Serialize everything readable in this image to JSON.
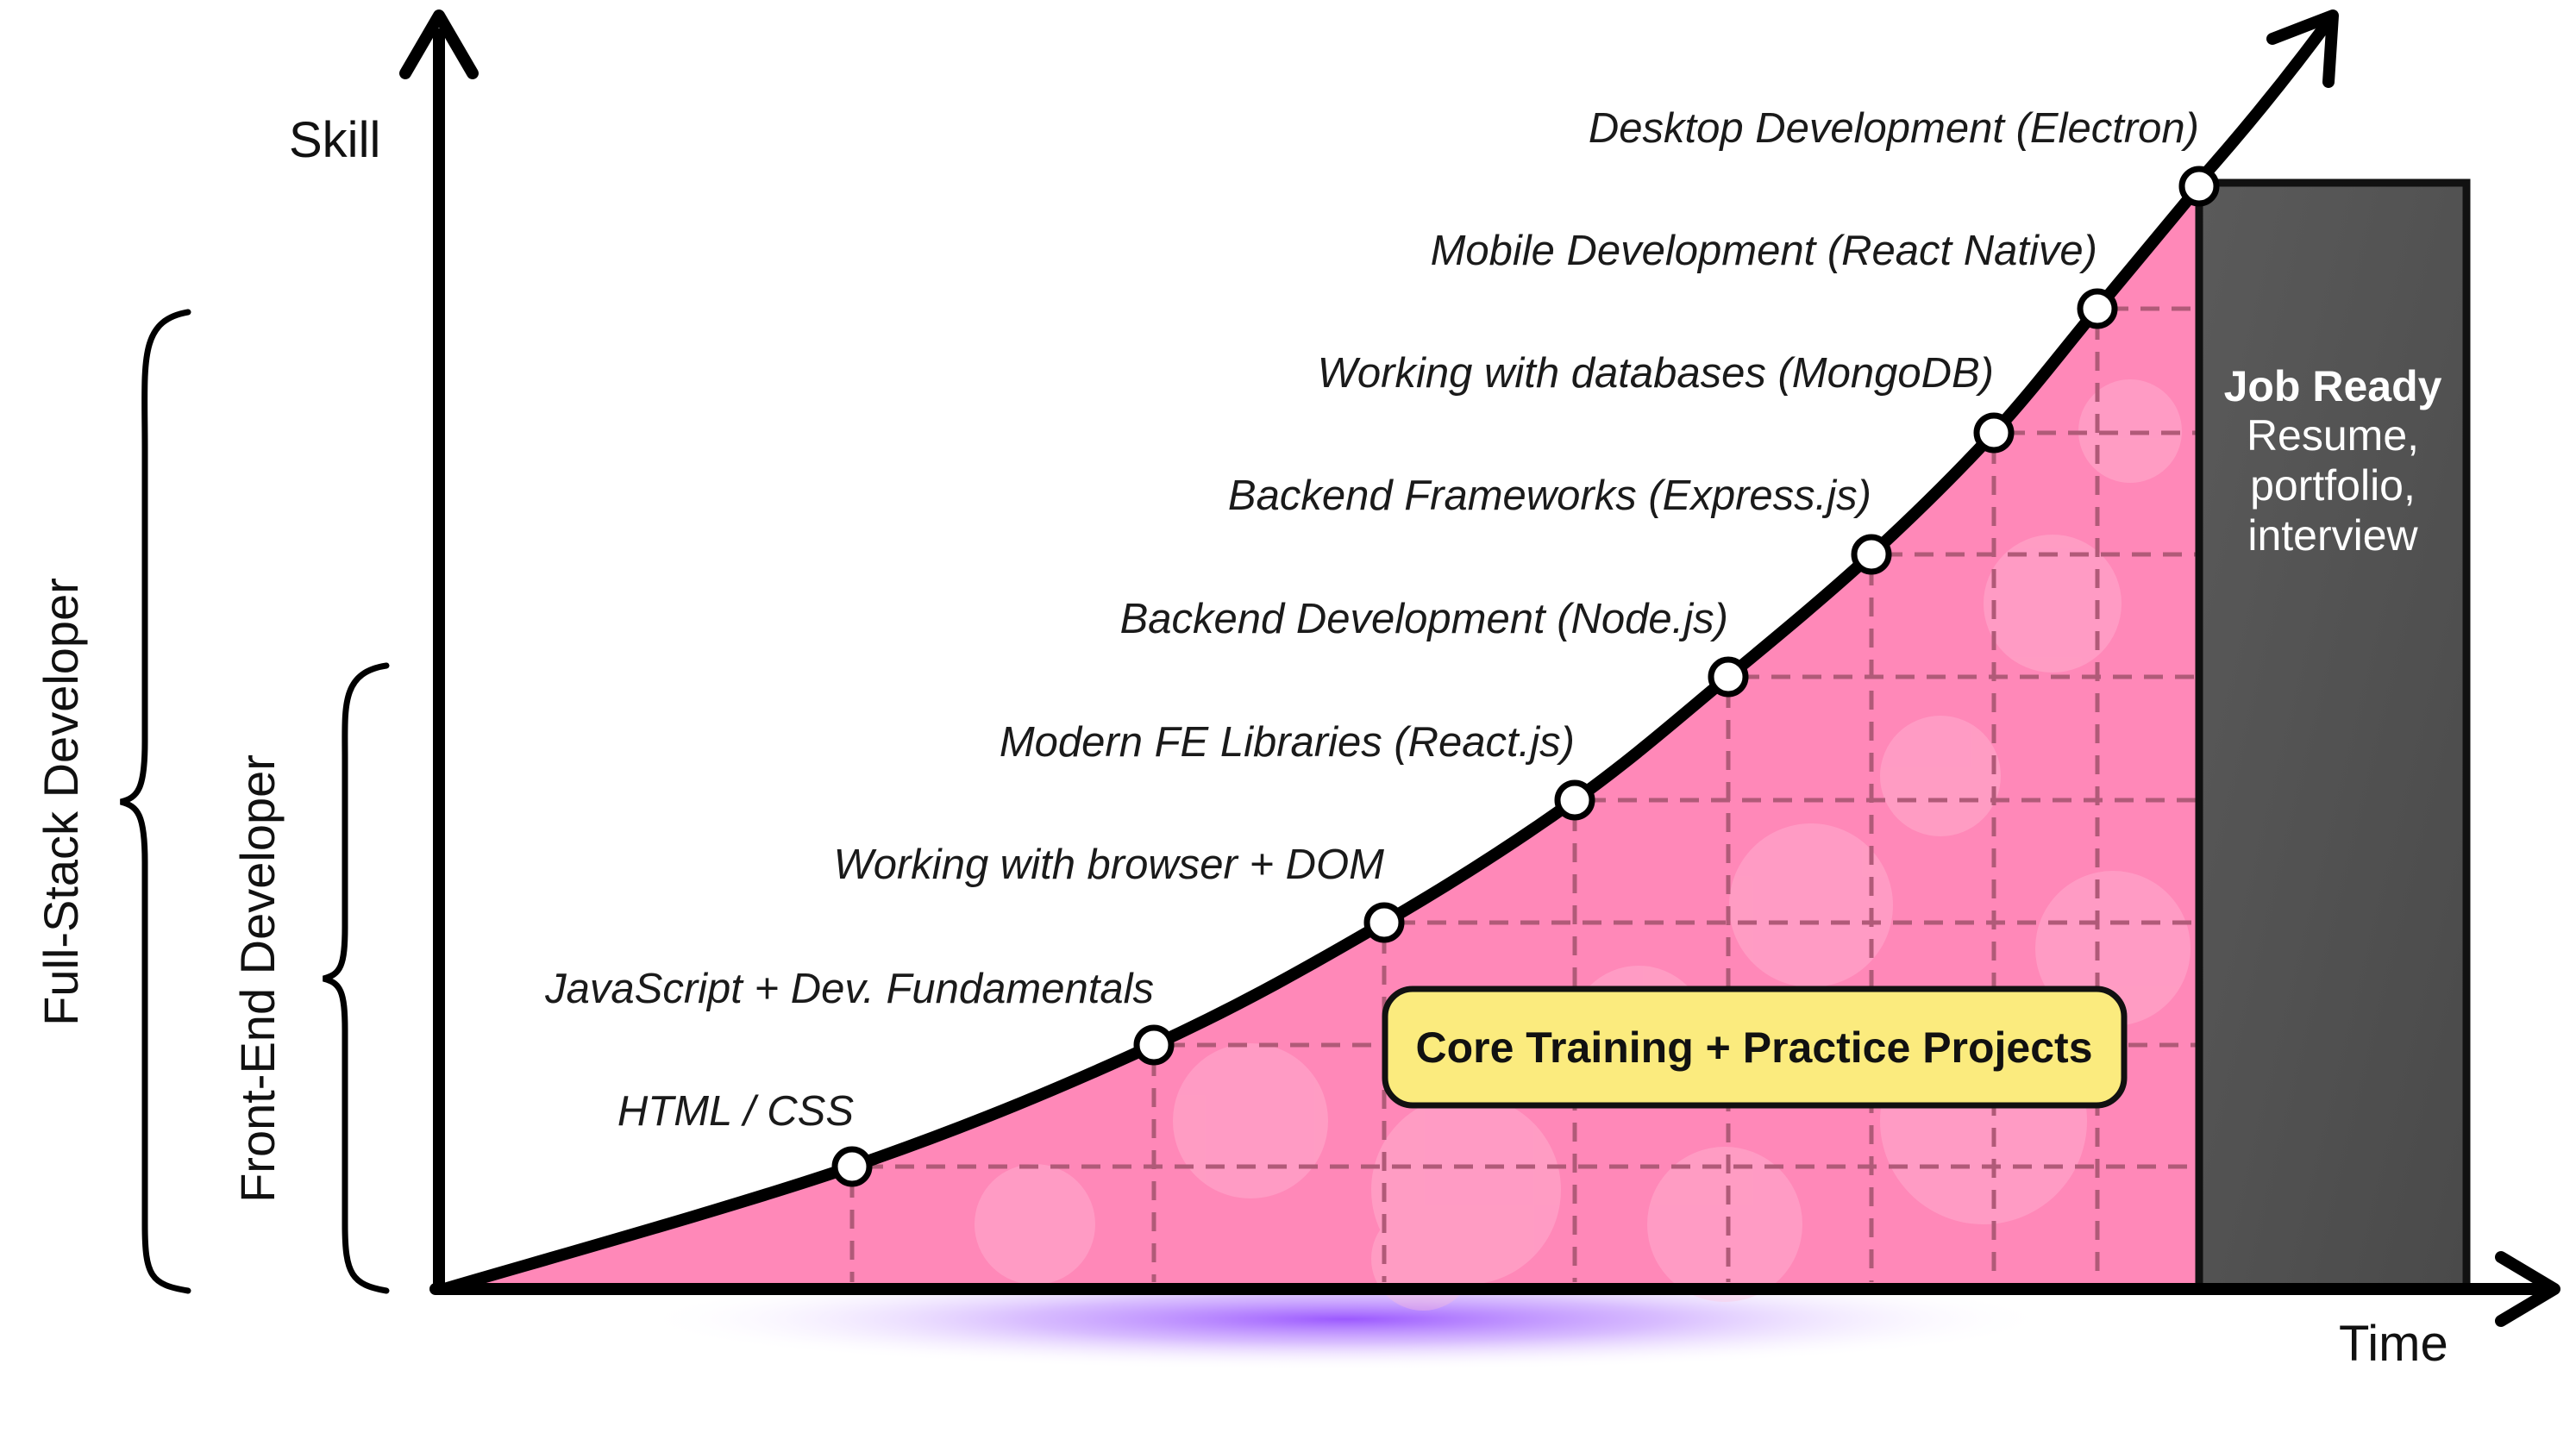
{
  "axes": {
    "y_label": "Skill",
    "x_label": "Time"
  },
  "braces": {
    "full_stack": "Full-Stack Developer",
    "front_end": "Front-End Developer"
  },
  "milestones": [
    {
      "label": "HTML / CSS"
    },
    {
      "label": "JavaScript + Dev. Fundamentals"
    },
    {
      "label": "Working with browser + DOM"
    },
    {
      "label": "Modern FE Libraries (React.js)"
    },
    {
      "label": "Backend Development (Node.js)"
    },
    {
      "label": "Backend Frameworks (Express.js)"
    },
    {
      "label": "Working with databases (MongoDB)"
    },
    {
      "label": "Mobile Development (React Native)"
    },
    {
      "label": "Desktop Development (Electron)"
    }
  ],
  "core_box": {
    "label": "Core Training + Practice Projects"
  },
  "job_ready": {
    "title": "Job Ready",
    "lines": [
      "Resume,",
      "portfolio,",
      "interview"
    ]
  },
  "colors": {
    "curve_fill": "#ff88b8",
    "grid_dash": "#b05a78",
    "job_box": "#545454",
    "core_box": "#fbeb7e",
    "glow": "#8a3cff"
  }
}
